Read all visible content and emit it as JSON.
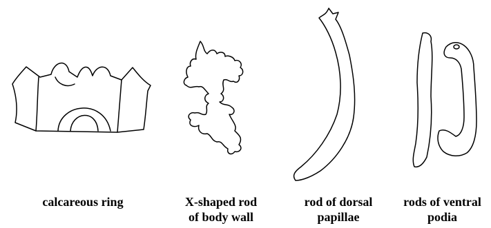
{
  "panels": [
    {
      "id": "ring",
      "label_lines": [
        "calcareous ring"
      ]
    },
    {
      "id": "xrod",
      "label_lines": [
        "X-shaped rod",
        "of body wall"
      ]
    },
    {
      "id": "dorsal",
      "label_lines": [
        "rod of dorsal",
        "papillae"
      ]
    },
    {
      "id": "ventral",
      "label_lines": [
        "rods of ventral",
        "podia"
      ]
    }
  ],
  "colors": {
    "stroke": "#000000",
    "background": "#ffffff"
  }
}
